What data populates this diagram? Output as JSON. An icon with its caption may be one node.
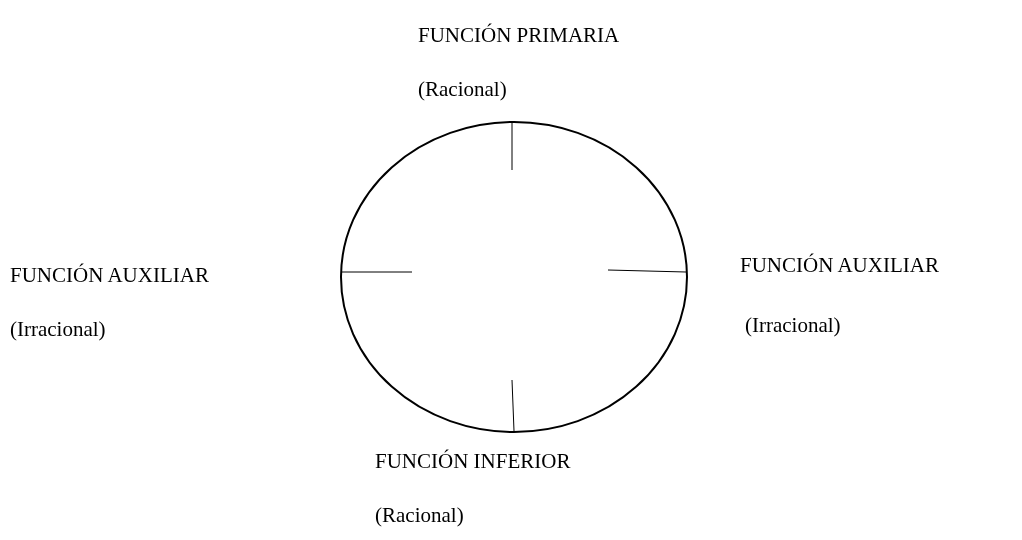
{
  "diagram": {
    "labels": [
      "FUNCIÓN PRIMARIA",
      "(Racional)",
      "FUNCIÓN AUXILIAR",
      "(Irracional)",
      "FUNCIÓN AUXILIAR",
      "(Irracional)",
      "FUNCIÓN INFERIOR",
      "(Racional)"
    ]
  }
}
